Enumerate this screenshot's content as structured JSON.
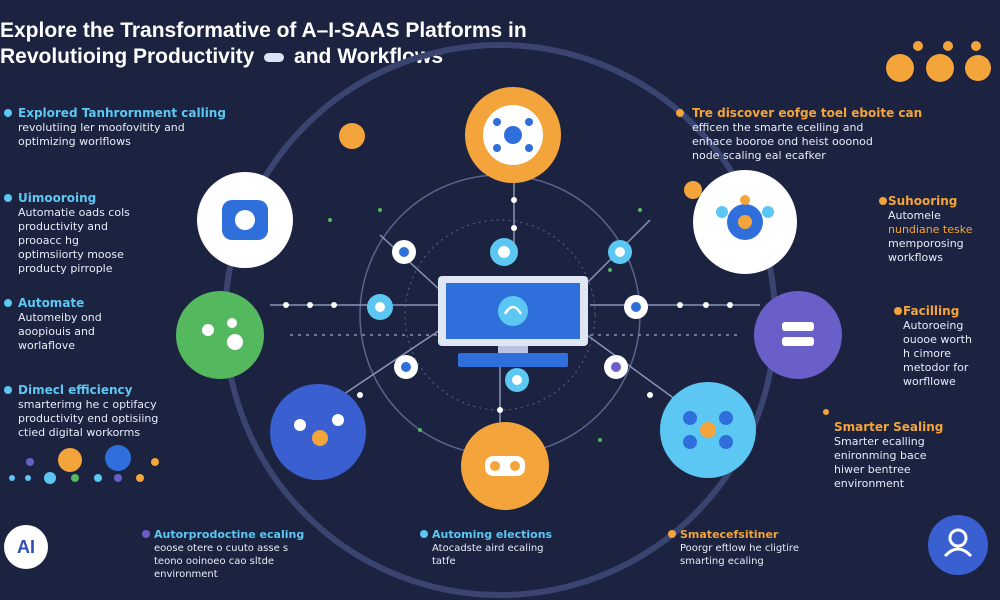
{
  "title": {
    "line1": "Explore the Transformative  of A–I-SAAS Platforms in",
    "line2a": "Revolutioing Productivity",
    "line2b": "and Workflows"
  },
  "left": [
    {
      "heading": "Explored Tanhrornment calling",
      "lines": [
        "revolutiing ler moofovitity and",
        "optimizing worlflows"
      ]
    },
    {
      "heading": "Uimooroing",
      "lines": [
        "Automatie oads cols",
        "productivity and",
        "prooacc hg",
        "optimsiiorty moose",
        "producty pirrople"
      ]
    },
    {
      "heading": "Automate",
      "lines": [
        "Automeiby ond",
        "aoopiouis and",
        "worlaflove"
      ]
    },
    {
      "heading": "Dimecl efficiency",
      "lines": [
        "smarterimg he c optifacy",
        "productivity end optisiing",
        "ctied digital workorms"
      ]
    }
  ],
  "right": [
    {
      "heading": "Tre discover eofge toel eboite can",
      "lines": [
        "efficen the smarte ecelling and",
        "enhace booroe ond heist ooonod",
        "node scaling eal ecafker"
      ]
    },
    {
      "heading": "Suhooring",
      "lines": [
        "Automele",
        "nundiane teske",
        "memporosing",
        "workflows"
      ]
    },
    {
      "heading": "Facilling",
      "lines": [
        "Autoroeing",
        "ouooe worth",
        "h cimore",
        "metodor for",
        "worfllowe"
      ]
    },
    {
      "heading": "Smarter Sealing",
      "lines": [
        "Smarter ecalling",
        "enironming bace",
        "hiwer bentree",
        "environment"
      ]
    }
  ],
  "bottom": [
    {
      "heading": "Autorprodoctine ecaling",
      "lines": [
        "eoose otere o cuuto asse s",
        "teono ooinoeo cao sltde",
        "environment"
      ]
    },
    {
      "heading": "Automing elections",
      "lines": [
        "Atocadste aird ecaling",
        "tatfe"
      ]
    },
    {
      "heading": "Smatecefsitiner",
      "lines": [
        "Poorgr eftlow he cligtire",
        "smarting ecaling"
      ]
    }
  ],
  "ai_badge": "AI",
  "colors": {
    "background": "#1c2340",
    "orange": "#f3a43a",
    "blue": "#2f6fdc",
    "cyan": "#5bc7f2",
    "green": "#54b85f",
    "purple": "#6a5fc8"
  },
  "icons": [
    "monitor-icon",
    "network-node-icon",
    "brain-chip-icon",
    "hierarchy-icon",
    "workflow-icon",
    "settings-icon",
    "user-icon"
  ]
}
